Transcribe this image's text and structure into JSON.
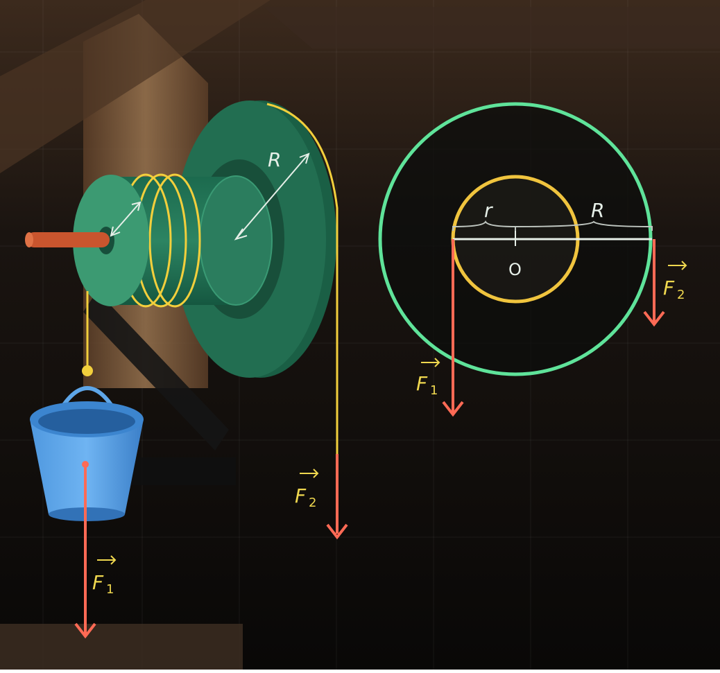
{
  "labels": {
    "radius_big_left": "R",
    "force1_left": "F",
    "force1_left_sub": "1",
    "force2_left": "F",
    "force2_left_sub": "2",
    "radius_small_right": "r",
    "radius_big_right": "R",
    "center": "O",
    "force1_right": "F",
    "force1_right_sub": "1",
    "force2_right": "F",
    "force2_right_sub": "2"
  },
  "colors": {
    "background_dark": "#0d0b09",
    "wood_light": "#8a6746",
    "wood_dark": "#4a3524",
    "wheel_dark": "#1e6a4e",
    "wheel_mid": "#2b7b5d",
    "wheel_light": "#3f9a74",
    "rope": "#f2cf3c",
    "force": "#ff6a55",
    "outer_circle": "#5fe39a",
    "inner_circle": "#f0c43e",
    "white_line": "#e6efe8",
    "bucket": "#5ea6e8",
    "bucket_dark": "#3c85cf"
  },
  "icons": {
    "left_illustration": "wheel-and-axle-icon",
    "bucket": "bucket-icon",
    "right_illustration": "circle-diagram-icon"
  }
}
